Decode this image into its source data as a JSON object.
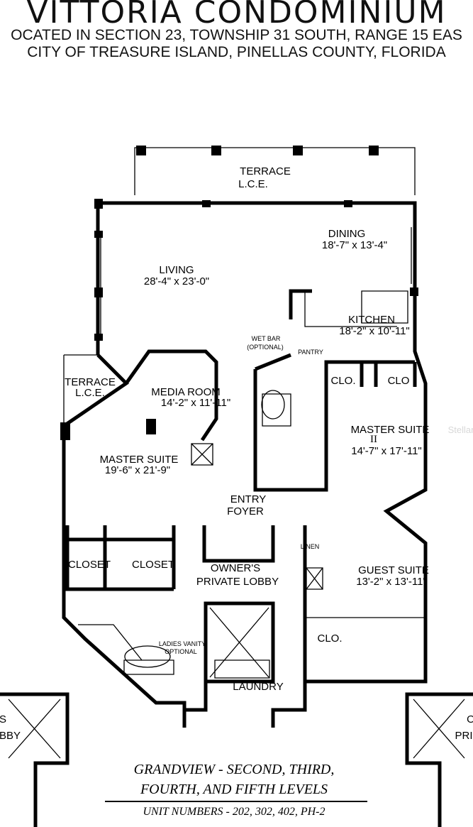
{
  "header": {
    "title": "VITTORIA  CONDOMINIUM",
    "location_line": "OCATED IN SECTION 23, TOWNSHIP 31 SOUTH, RANGE 15 EAS",
    "city_line": "CITY OF TREASURE ISLAND, PINELLAS COUNTY, FLORIDA"
  },
  "rooms": {
    "terrace_top": {
      "name": "TERRACE",
      "sub": "L.C.E."
    },
    "dining": {
      "name": "DINING",
      "dims": "18'-7\" x 13'-4\""
    },
    "living": {
      "name": "LIVING",
      "dims": "28'-4\" x 23'-0\""
    },
    "kitchen": {
      "name": "KITCHEN",
      "dims": "18'-2\" x 10'-11\""
    },
    "wet_bar": {
      "name": "WET BAR",
      "sub": "(OPTIONAL)"
    },
    "pantry": {
      "name": "PANTRY"
    },
    "clo1": {
      "name": "CLO."
    },
    "clo2": {
      "name": "CLO"
    },
    "terrace_left": {
      "name": "TERRACE",
      "sub": "L.C.E."
    },
    "media": {
      "name": "MEDIA ROOM",
      "dims": "14'-2\" x 11'-11\""
    },
    "master2": {
      "name": "MASTER SUITE",
      "numeral": "II",
      "dims": "14'-7\" x 17'-11\""
    },
    "master1": {
      "name": "MASTER SUITE",
      "dims": "19'-6\" x 21'-9\""
    },
    "entry": {
      "name": "ENTRY",
      "sub": "FOYER"
    },
    "linen": {
      "name": "LINEN"
    },
    "closet1": {
      "name": "CLOSET"
    },
    "closet2": {
      "name": "CLOSET"
    },
    "lobby": {
      "name": "OWNER'S",
      "sub": "PRIVATE LOBBY"
    },
    "guest": {
      "name": "GUEST SUITE",
      "dims": "13'-2\" x 13'-11\""
    },
    "clo3": {
      "name": "CLO."
    },
    "vanity": {
      "name": "LADIES VANITY",
      "sub": "OPTIONAL"
    },
    "laundry": {
      "name": "LAUNDRY"
    },
    "left_neighbor": {
      "a": "S",
      "b": "BBY"
    },
    "right_neighbor": {
      "a": "O",
      "b": "PRI"
    }
  },
  "watermark": "Stellar",
  "caption": {
    "line1": "GRANDVIEW - SECOND, THIRD,",
    "line2": "FOURTH, AND FIFTH LEVELS",
    "line3": "UNIT NUMBERS - 202, 302, 402, PH-2"
  }
}
